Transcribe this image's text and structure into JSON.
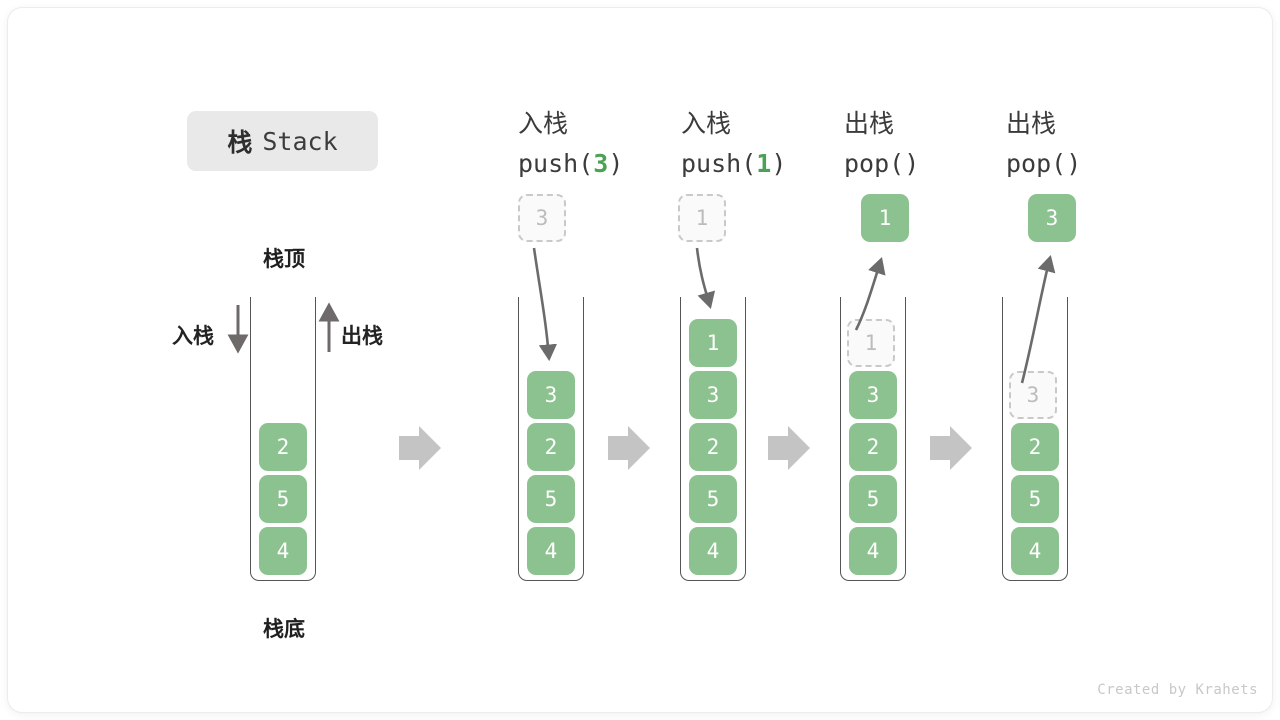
{
  "title": {
    "cn": "栈",
    "en": "Stack"
  },
  "labels": {
    "top": "栈顶",
    "bottom": "栈底",
    "push_side": "入栈",
    "pop_side": "出栈"
  },
  "credit": "Created by Krahets",
  "colors": {
    "element_green": "#8cc28f",
    "arg_green": "#4ba254",
    "ghost_border": "#c9c9c9",
    "ghost_text": "#bcbcbc",
    "container_stroke": "#555555",
    "step_arrow": "#c4c4c4",
    "badge_bg": "#e9e9e9",
    "text_dark": "#3b3b3b"
  },
  "columns": [
    {
      "id": "initial",
      "head_cn": "",
      "head_code": "",
      "head_arg": "",
      "stack": [
        "2",
        "5",
        "4"
      ],
      "ghost": null,
      "floating": null
    },
    {
      "id": "push-3",
      "head_cn": "入栈",
      "head_code_prefix": "push(",
      "head_arg": "3",
      "head_code_suffix": ")",
      "stack": [
        "3",
        "2",
        "5",
        "4"
      ],
      "ghost": null,
      "floating": {
        "value": "3",
        "style": "ghost"
      }
    },
    {
      "id": "push-1",
      "head_cn": "入栈",
      "head_code_prefix": "push(",
      "head_arg": "1",
      "head_code_suffix": ")",
      "stack": [
        "1",
        "3",
        "2",
        "5",
        "4"
      ],
      "ghost": null,
      "floating": {
        "value": "1",
        "style": "ghost"
      }
    },
    {
      "id": "pop-1",
      "head_cn": "出栈",
      "head_code_prefix": "pop(",
      "head_arg": "",
      "head_code_suffix": ")",
      "stack": [
        "3",
        "2",
        "5",
        "4"
      ],
      "ghost": {
        "value": "1",
        "slot": 0
      },
      "floating": {
        "value": "1",
        "style": "filled"
      }
    },
    {
      "id": "pop-3",
      "head_cn": "出栈",
      "head_code_prefix": "pop(",
      "head_arg": "",
      "head_code_suffix": ")",
      "stack": [
        "2",
        "5",
        "4"
      ],
      "ghost": {
        "value": "3",
        "slot": 0
      },
      "floating": {
        "value": "3",
        "style": "filled"
      }
    }
  ],
  "step_arrows": 4
}
